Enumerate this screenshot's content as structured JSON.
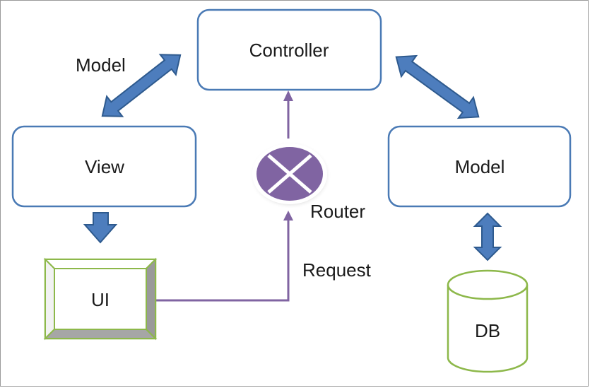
{
  "diagram": {
    "nodes": {
      "controller": "Controller",
      "view": "View",
      "model": "Model",
      "ui": "UI",
      "db": "DB"
    },
    "labels": {
      "model_arrow": "Model",
      "router": "Router",
      "request": "Request"
    },
    "colors": {
      "box_border": "#4a7ab5",
      "arrow_fill": "#4d7dbd",
      "arrow_stroke": "#2e5a8e",
      "router_fill": "#8064a2",
      "flow_line": "#8064a2",
      "ui_db_border": "#8db84a"
    },
    "icons": {
      "router": "router-x-icon",
      "database": "database-cylinder-icon"
    }
  }
}
